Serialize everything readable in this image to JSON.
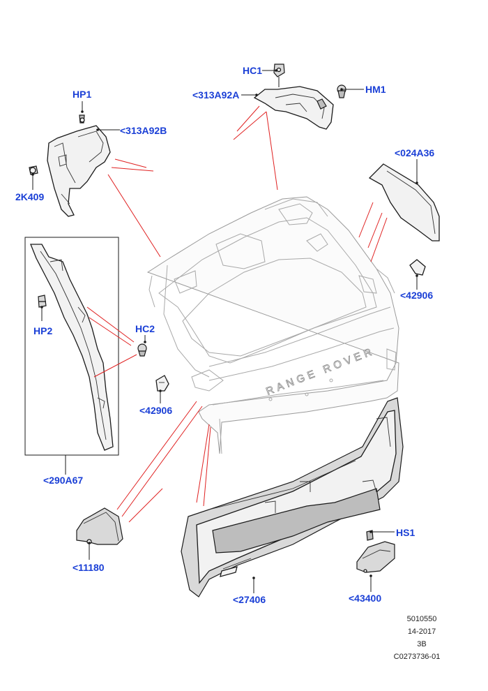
{
  "callouts": {
    "hc1": "HC1",
    "hm1": "HM1",
    "a313a92a": "<313A92A",
    "hp1": "HP1",
    "a313a92b": "<313A92B",
    "k2k409": "2K409",
    "a024a36": "<024A36",
    "a42906_right": "<42906",
    "hp2": "HP2",
    "hc2": "HC2",
    "a42906_center": "<42906",
    "a290a67": "<290A67",
    "a11180": "<11180",
    "hs1": "HS1",
    "a27406": "<27406",
    "a43400": "<43400"
  },
  "tailgate_badge": "RANGE ROVER",
  "footer": {
    "line1": "5010550",
    "line2": "14-2017",
    "line3": "3B",
    "line4": "C0273736-01"
  },
  "colors": {
    "callout_text": "#1a3fd6",
    "reference_line": "#e02020",
    "outline": "#1a1a1a"
  }
}
